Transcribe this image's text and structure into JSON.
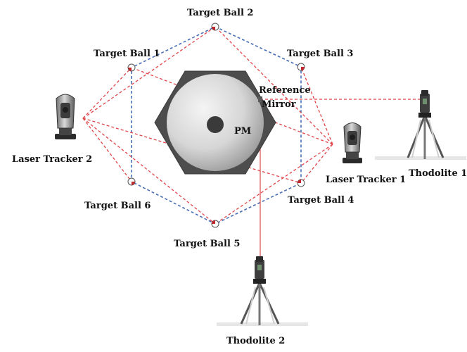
{
  "labels": {
    "target_ball_1": "Target Ball 1",
    "target_ball_2": "Target Ball 2",
    "target_ball_3": "Target Ball 3",
    "target_ball_4": "Target Ball 4",
    "target_ball_5": "Target Ball 5",
    "target_ball_6": "Target Ball 6",
    "laser_tracker_1": "Laser Tracker 1",
    "laser_tracker_2": "Laser Tracker 2",
    "thodolite_1": "Thodolite 1",
    "thodolite_2": "Thodolite 2",
    "reference_mirror_line1": "Reference",
    "reference_mirror_line2": "Mirror",
    "pm": "PM"
  },
  "colors": {
    "hexagon_fill": "#4a4a4a",
    "mirror_light": "#f2f2f2",
    "mirror_dark": "#9a9a9a",
    "center_spot": "#3a3a3a",
    "blue_dashes": "#4a6fb5",
    "red_dashes": "#e0454a"
  }
}
